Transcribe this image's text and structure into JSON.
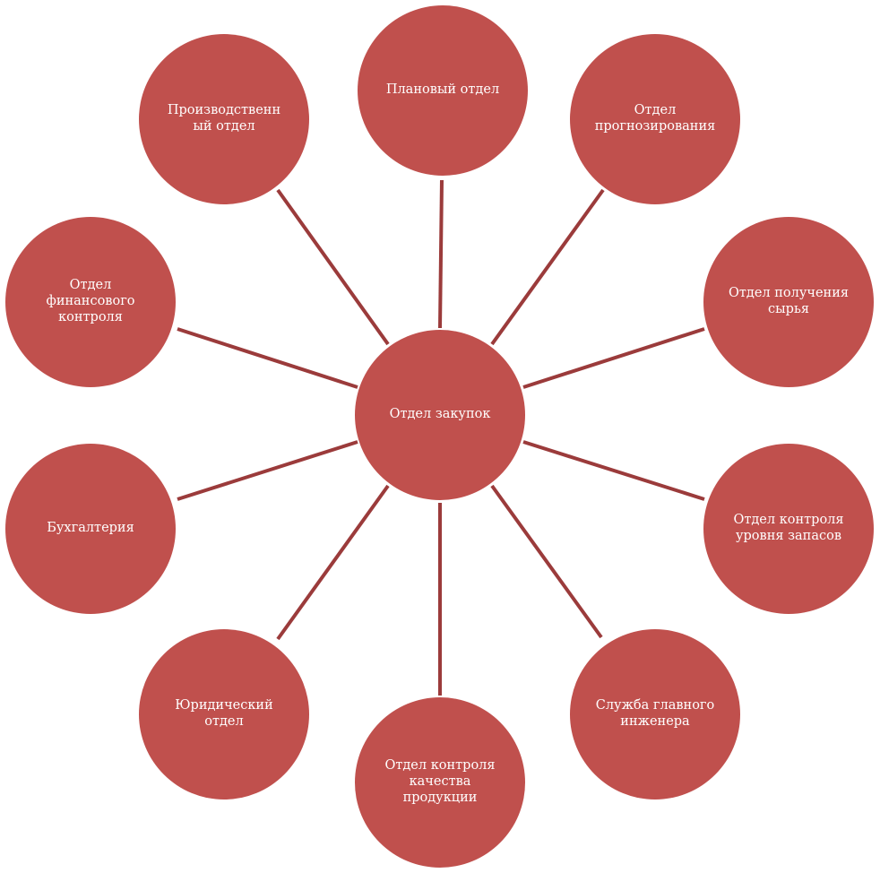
{
  "diagram": {
    "center": {
      "label": "Отдел закупок"
    },
    "departments": [
      {
        "id": "planning",
        "label": "Плановый отдел"
      },
      {
        "id": "forecast",
        "label": "Отдел\nпрогнозирования"
      },
      {
        "id": "raw",
        "label": "Отдел получения\nсырья"
      },
      {
        "id": "stock",
        "label": "Отдел контроля\nуровня запасов"
      },
      {
        "id": "engineer",
        "label": "Служба главного\nинженера"
      },
      {
        "id": "quality",
        "label": "Отдел контроля\nкачества\nпродукции"
      },
      {
        "id": "legal",
        "label": "Юридический\nотдел"
      },
      {
        "id": "account",
        "label": "Бухгалтерия"
      },
      {
        "id": "finance",
        "label": "Отдел\nфинансового\nконтроля"
      },
      {
        "id": "product",
        "label": "Производственн\nый отдел"
      }
    ],
    "colors": {
      "node_fill": "#c0504d",
      "connector": "#9b3b3b",
      "text": "#ffffff"
    }
  }
}
